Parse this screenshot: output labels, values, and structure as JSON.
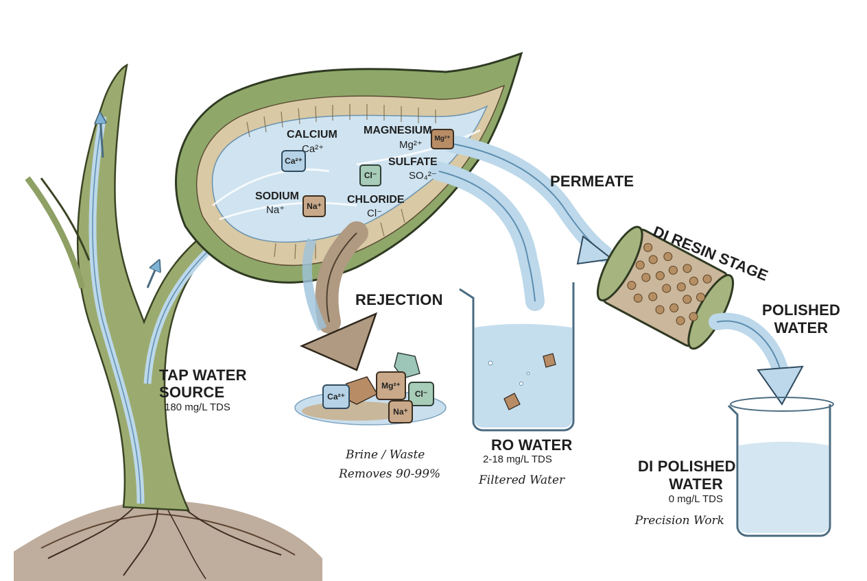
{
  "labels": {
    "tap_title_1": "TAP WATER",
    "tap_title_2": "SOURCE",
    "tap_tds": "180 mg/L TDS",
    "permeate": "PERMEATE",
    "rejection": "REJECTION",
    "brine": "Brine / Waste",
    "brine_removes": "Removes 90-99%",
    "ro_title": "RO WATER",
    "ro_tds": "2-18 mg/L TDS",
    "ro_caption": "Filtered Water",
    "di_resin": "DI RESIN STAGE",
    "polished_1": "POLISHED",
    "polished_2": "WATER",
    "di_title_1": "DI POLISHED",
    "di_title_2": "WATER",
    "di_tds": "0 mg/L TDS",
    "di_caption": "Precision Work"
  },
  "ions": [
    {
      "name": "CALCIUM",
      "symbol": "Ca²⁺"
    },
    {
      "name": "MAGNESIUM",
      "symbol": "Mg²⁺"
    },
    {
      "name": "SULFATE",
      "symbol": "SO₄²⁻"
    },
    {
      "name": "SODIUM",
      "symbol": "Na⁺"
    },
    {
      "name": "CHLORIDE",
      "symbol": "Cl⁻"
    }
  ],
  "chips": {
    "ca": "Ca²⁺",
    "mg": "Mg²⁺",
    "cl": "Cl⁻",
    "na": "Na⁺"
  },
  "colors": {
    "leaf_green": "#8fa86a",
    "water_blue": "#bcd8ea",
    "stem_green": "#8ea064",
    "soil_brown": "#8a6a4c",
    "resin_bead": "#b58f63",
    "rejection_brown": "#b09a82"
  },
  "icons": [
    "plant-stem-icon",
    "leaf-membrane-icon",
    "beaker-icon",
    "resin-cartridge-icon",
    "ion-crystal-icon"
  ]
}
